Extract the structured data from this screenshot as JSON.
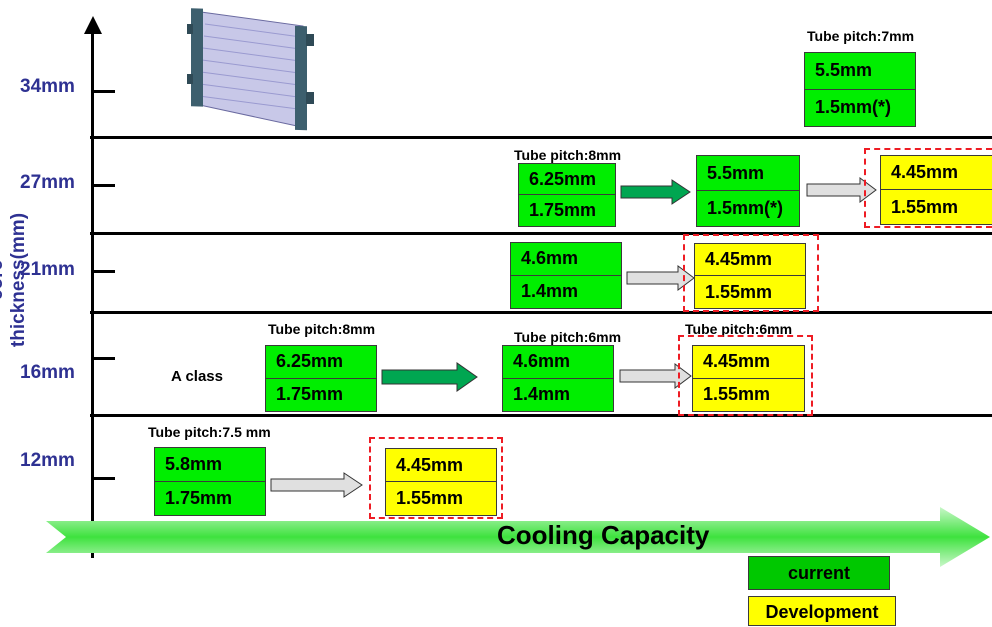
{
  "y_axis": {
    "title": "core thickness(mm)",
    "levels": [
      "34mm",
      "27mm",
      "21mm",
      "16mm",
      "12mm"
    ]
  },
  "rows": {
    "r34": {
      "pitch": "Tube pitch:7mm",
      "box": [
        "5.5mm",
        "1.5mm(*)"
      ]
    },
    "r27": {
      "pitch": "Tube pitch:8mm",
      "box1": [
        "6.25mm",
        "1.75mm"
      ],
      "box2": [
        "5.5mm",
        "1.5mm(*)"
      ],
      "box3": [
        "4.45mm",
        "1.55mm"
      ]
    },
    "r21": {
      "box1": [
        "4.6mm",
        "1.4mm"
      ],
      "box2": [
        "4.45mm",
        "1.55mm"
      ]
    },
    "r16": {
      "pitch1": "Tube pitch:8mm",
      "pitch2": "Tube pitch:6mm",
      "pitch3": "Tube pitch:6mm",
      "class_label": "A class",
      "box1": [
        "6.25mm",
        "1.75mm"
      ],
      "box2": [
        "4.6mm",
        "1.4mm"
      ],
      "box3": [
        "4.45mm",
        "1.55mm"
      ]
    },
    "r12": {
      "pitch": "Tube pitch:7.5 mm",
      "box1": [
        "5.8mm",
        "1.75mm"
      ],
      "box2": [
        "4.45mm",
        "1.55mm"
      ]
    }
  },
  "x_axis": {
    "label": "Cooling Capacity"
  },
  "legend": {
    "current": "current",
    "development": "Development"
  },
  "colors": {
    "current": "#00ee00",
    "development": "#ffff00",
    "dashed": "#ee1c24",
    "axis_text": "#2e3192",
    "arrow_green": "#00a651"
  }
}
